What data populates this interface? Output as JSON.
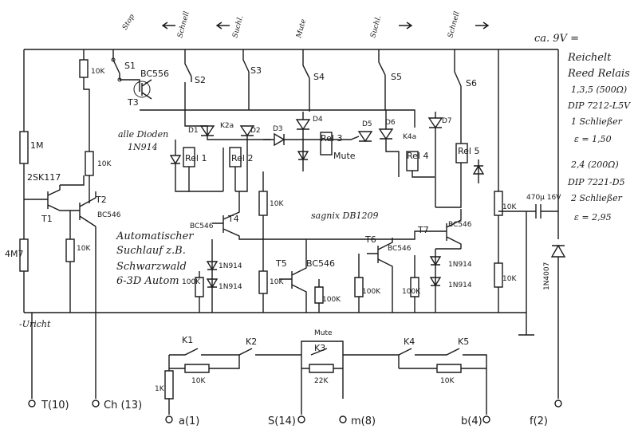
{
  "top": {
    "stop": "Stop",
    "schnell_left": "Schnell",
    "suchl_left": "Suchl.",
    "mute": "Mute",
    "suchl_right": "Suchl.",
    "schnell_right": "Schnell",
    "supply": "ca. 9V ="
  },
  "switches": [
    "S1",
    "S2",
    "S3",
    "S4",
    "S5",
    "S6"
  ],
  "transistors": {
    "t1": "T1",
    "t1_type": "2SK117",
    "t2": "T2",
    "t2_type": "BC546",
    "t3": "T3",
    "t3_type": "BC556",
    "t4": "T4",
    "t4_type": "BC546",
    "t5": "T5",
    "t5_type": "BC546",
    "t6": "T6",
    "t6_type": "BC546",
    "t7": "T7",
    "t7_type": "BC546"
  },
  "diodes": [
    "D1",
    "D2",
    "D3",
    "D4",
    "D5",
    "D6",
    "D7"
  ],
  "relays": {
    "rel1": "Rel 1",
    "rel2": "Rel 2",
    "rel3": "Rel 3",
    "rel3_sub": "Mute",
    "rel4": "Rel 4",
    "rel5": "Rel 5",
    "k2a": "K2a",
    "k4a": "K4a"
  },
  "notes": {
    "dioden_1": "alle Dioden",
    "dioden_2": "1N914",
    "sagnix": "sagnix DB1209",
    "auto_1": "Automatischer",
    "auto_2": "Suchlauf z.B.",
    "auto_3": "Schwarzwald",
    "auto_4": "6-3D Autom"
  },
  "relay_info": {
    "l1": "Reichelt",
    "l2": "Reed Relais",
    "l3": "1,3,5   (500Ω)",
    "l4": "DIP 7212-L5V",
    "l5": "1 Schließer",
    "l6": "ε = 1,50",
    "l7": "2,4   (200Ω)",
    "l8": "DIP 7221-D5",
    "l9": "2 Schließer",
    "l10": "ε = 2,95"
  },
  "components": {
    "r1m": "1M",
    "r4m7": "4M7",
    "r10k_a": "10K",
    "r10k_b": "10K",
    "r10k_c": "10K",
    "r10k_d": "10K",
    "r10k_e": "10K",
    "r10k_f": "10K",
    "r10k_g": "10K",
    "r100k_a": "100K",
    "r100k_b": "100K",
    "r100k_c": "100K",
    "r100k_d": "100K",
    "d1n914_a": "1N914",
    "d1n914_b": "1N914",
    "d1n914_c": "1N914",
    "d1n914_d": "1N914",
    "cap": "470µ 16V",
    "d1n4007": "1N4007",
    "u_richt": "-Uricht"
  },
  "bottom": {
    "k1": "K1",
    "k2": "K2",
    "k3": "K3",
    "k4": "K4",
    "k5": "K5",
    "mute": "Mute",
    "r1k": "1K",
    "r10k_l": "10K",
    "r22k": "22K",
    "r10k_r": "10K"
  },
  "terminals": {
    "t": "T(10)",
    "ch": "Ch (13)",
    "a": "a(1)",
    "s": "S(14)",
    "m": "m(8)",
    "b": "b(4)",
    "f": "f(2)"
  }
}
